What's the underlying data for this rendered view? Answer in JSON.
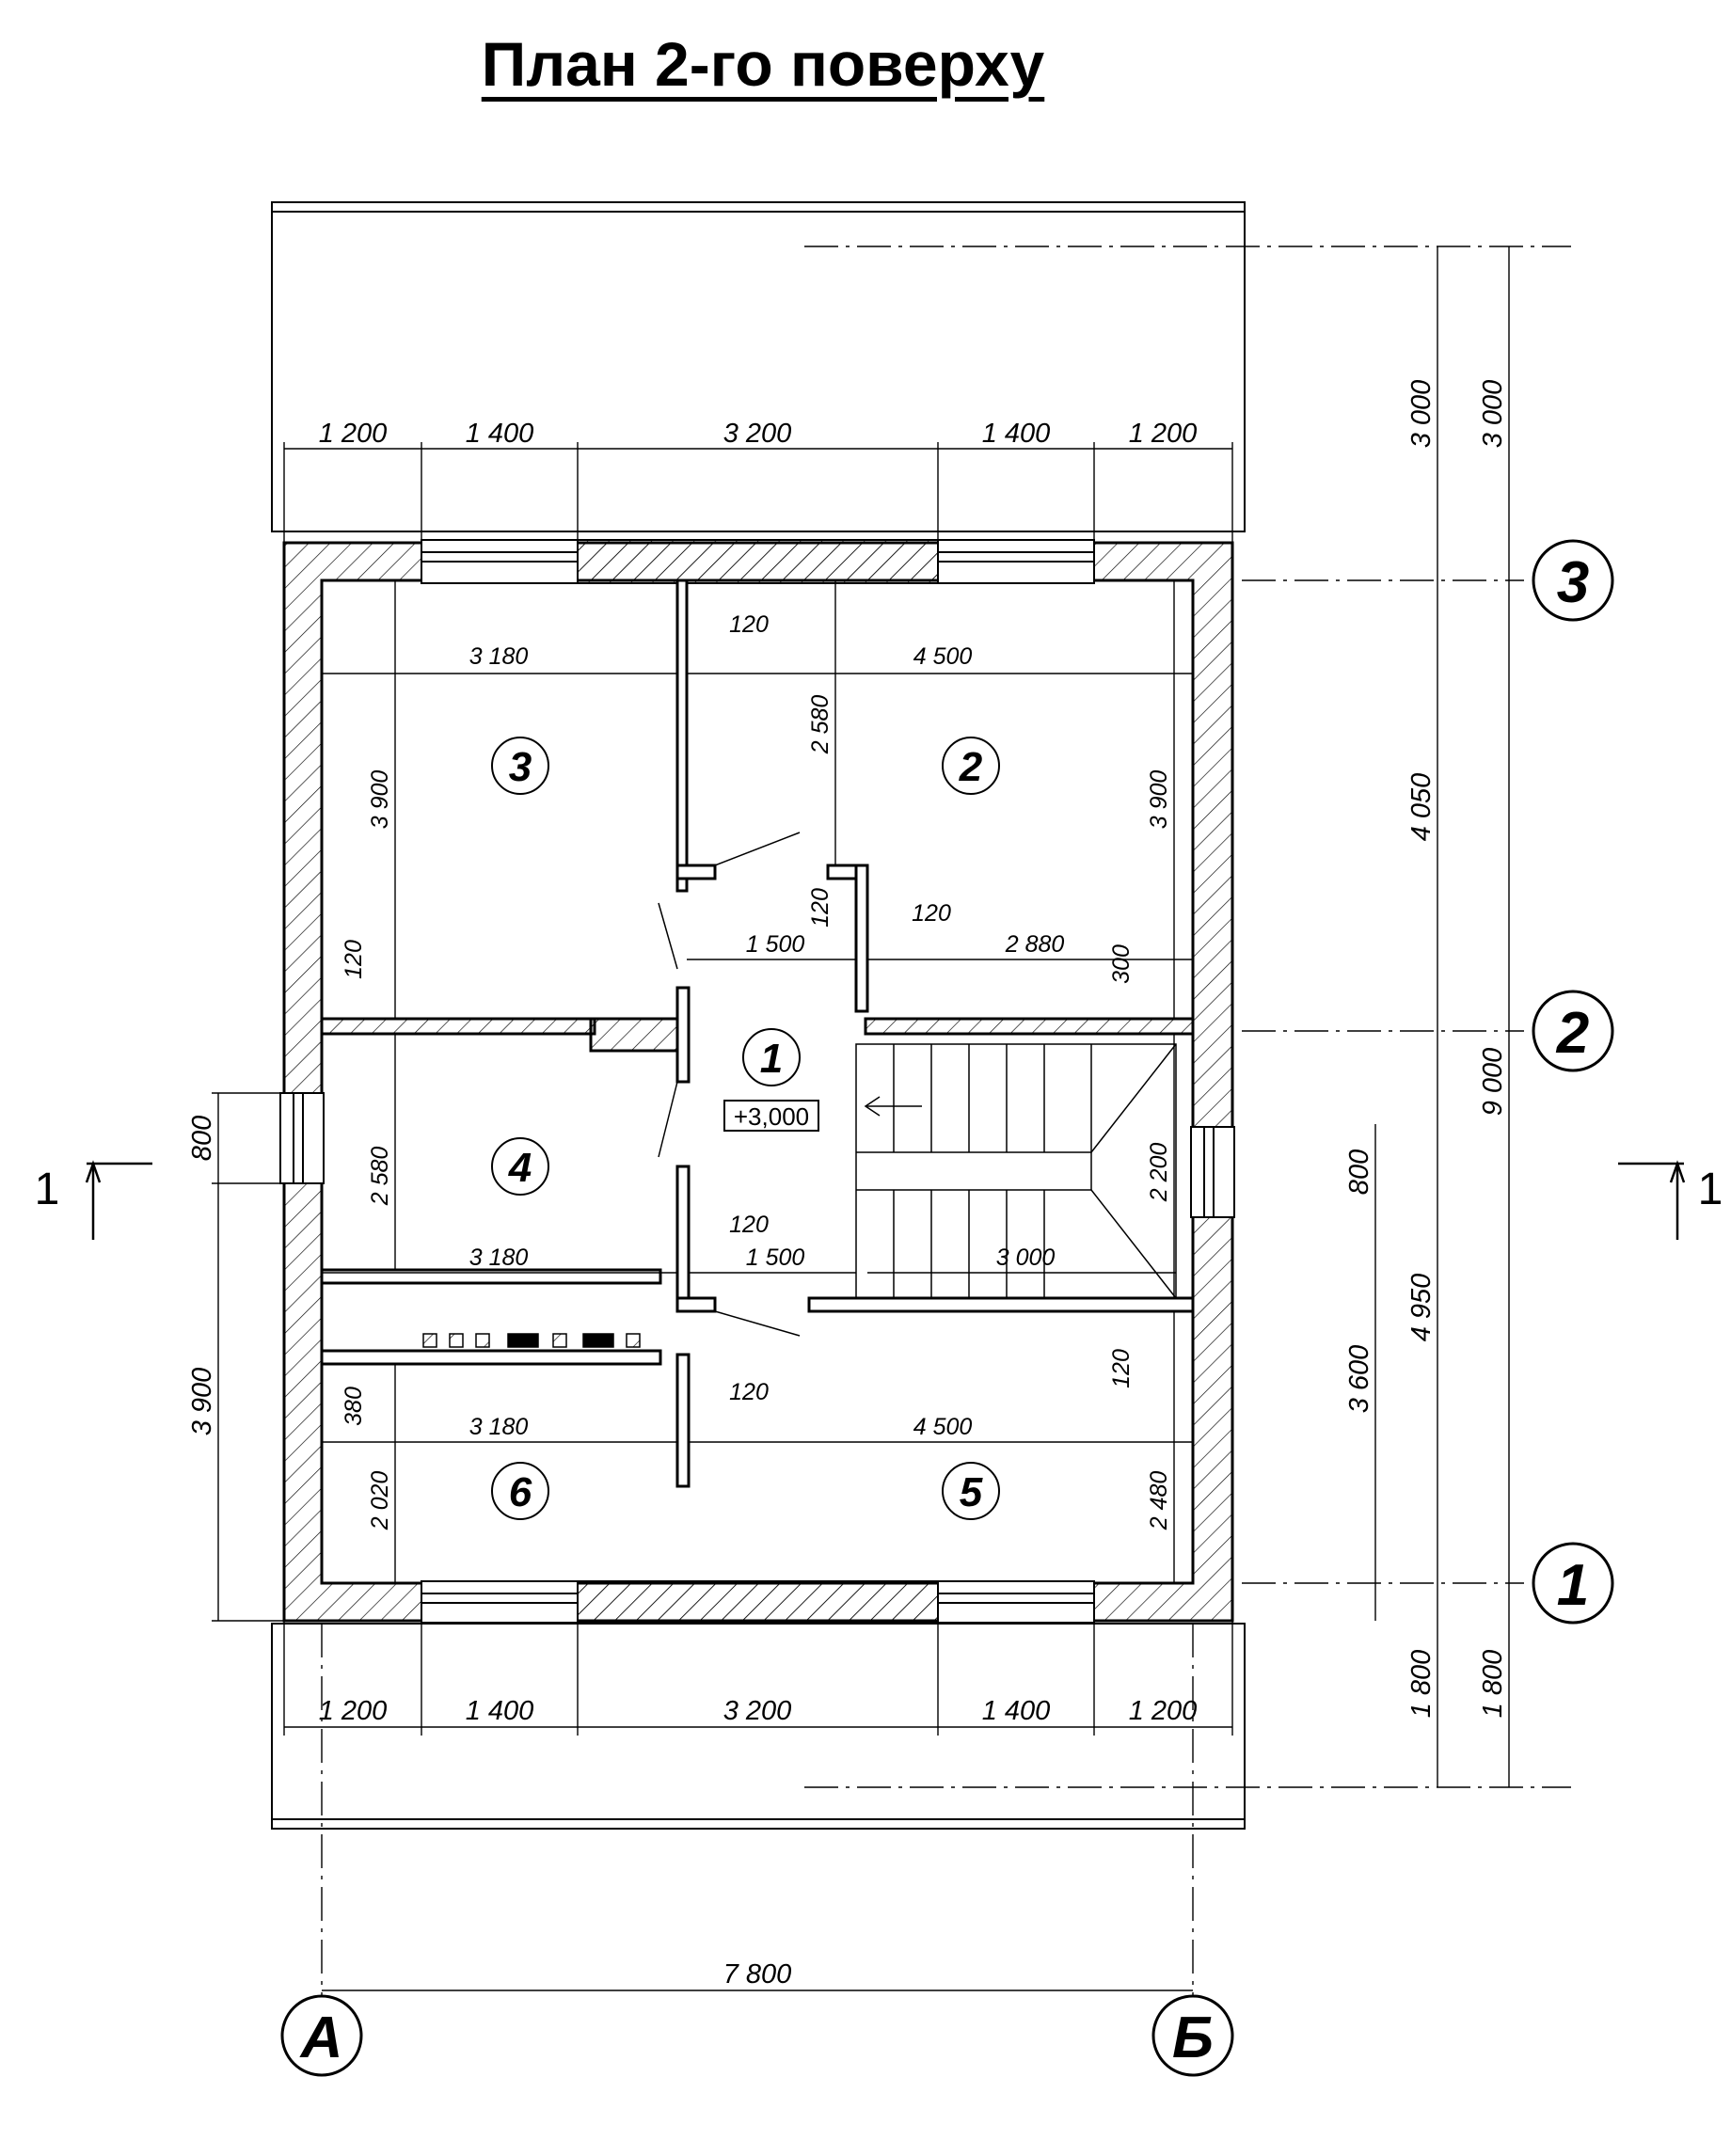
{
  "title": "План 2-го поверху",
  "axes": {
    "rows": [
      "3",
      "2",
      "1"
    ],
    "cols": [
      "А",
      "Б"
    ]
  },
  "rooms": [
    {
      "number": "1",
      "level": "+3,000"
    },
    {
      "number": "2"
    },
    {
      "number": "3"
    },
    {
      "number": "4"
    },
    {
      "number": "5"
    },
    {
      "number": "6"
    }
  ],
  "section_marks": {
    "left": "1",
    "right": "1"
  },
  "dimensions": {
    "top_chain": [
      "1 200",
      "1 400",
      "3 200",
      "1 400",
      "1 200"
    ],
    "bottom_chain": [
      "1 200",
      "1 400",
      "3 200",
      "1 400",
      "1 200"
    ],
    "overall_width": "7 800",
    "right_outer": [
      "3 000",
      "9 000",
      "1 800"
    ],
    "right_inner": [
      "3 000",
      "4 050",
      "4 950",
      "1 800"
    ],
    "right_window": [
      "800",
      "3 600"
    ],
    "left_window": [
      "800",
      "3 900"
    ],
    "interior": {
      "room3_width": "3 180",
      "room3_height": "3 900",
      "room2_width": "4 500",
      "room2_height": "3 900",
      "partition_a": "120",
      "partition_b": "120",
      "partition_c": "120",
      "partition_d": "120",
      "partition_e": "120",
      "partition_f": "120",
      "partition_g": "120",
      "hall_width_top": "1 500",
      "hall_width_mid": "1 500",
      "corridor_2880": "2 880",
      "door_2580": "2 580",
      "offset_300": "300",
      "room4_height": "2 580",
      "room4_width": "3 180",
      "stair_width": "3 000",
      "stair_height": "2 200",
      "chimney_depth": "380",
      "room6_width": "3 180",
      "room6_height": "2 020",
      "room5_width": "4 500",
      "room5_height": "2 480"
    }
  }
}
